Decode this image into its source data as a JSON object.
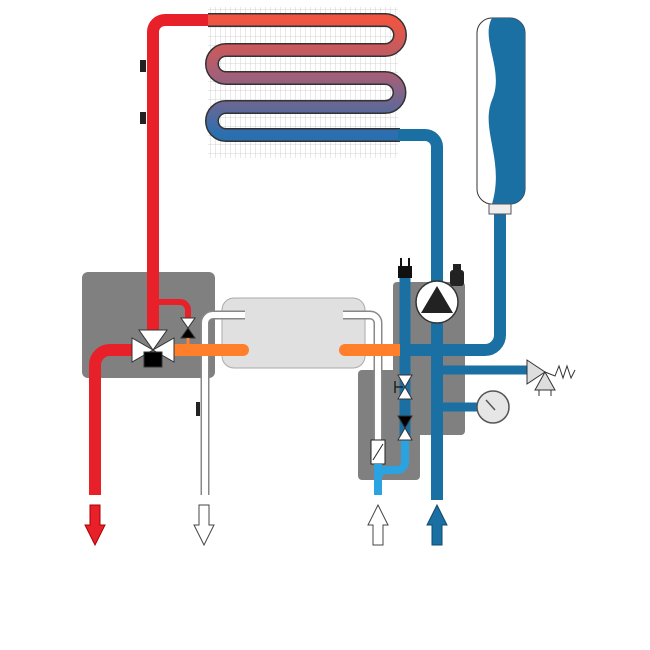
{
  "diagram": {
    "title": "",
    "colors": {
      "hot": "#e8202a",
      "cold": "#1a6fa3",
      "cold_light": "#2ba3e0",
      "dhw": "#ffffff",
      "plate_exchanger": "#ff7f2a",
      "housing": "#808080",
      "grid": "#bfbfbf"
    },
    "components": [
      "primary-heat-exchanger",
      "expansion-tank",
      "three-way-valve",
      "bypass-valve",
      "plate-heat-exchanger",
      "circulation-pump",
      "air-vent",
      "safety-valve",
      "pressure-gauge",
      "fill-valve",
      "check-valve",
      "flow-sensor"
    ],
    "flows": [
      "heating-flow-out",
      "dhw-out",
      "cold-water-in",
      "heating-return-in"
    ]
  }
}
